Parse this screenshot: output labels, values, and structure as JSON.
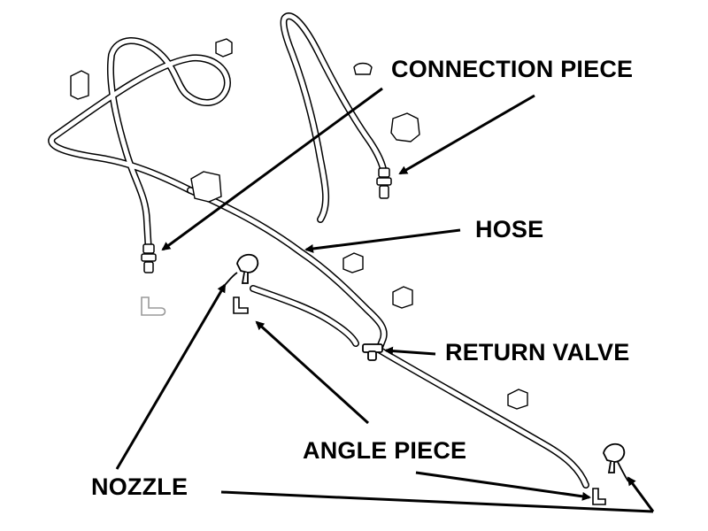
{
  "labels": {
    "connection_piece": "CONNECTION PIECE",
    "hose": "HOSE",
    "return_valve": "RETURN VALVE",
    "angle_piece": "ANGLE PIECE",
    "nozzle": "NOZZLE"
  },
  "colors": {
    "line": "#000000",
    "faded_part": "#9a9a9a",
    "background": "#ffffff"
  }
}
